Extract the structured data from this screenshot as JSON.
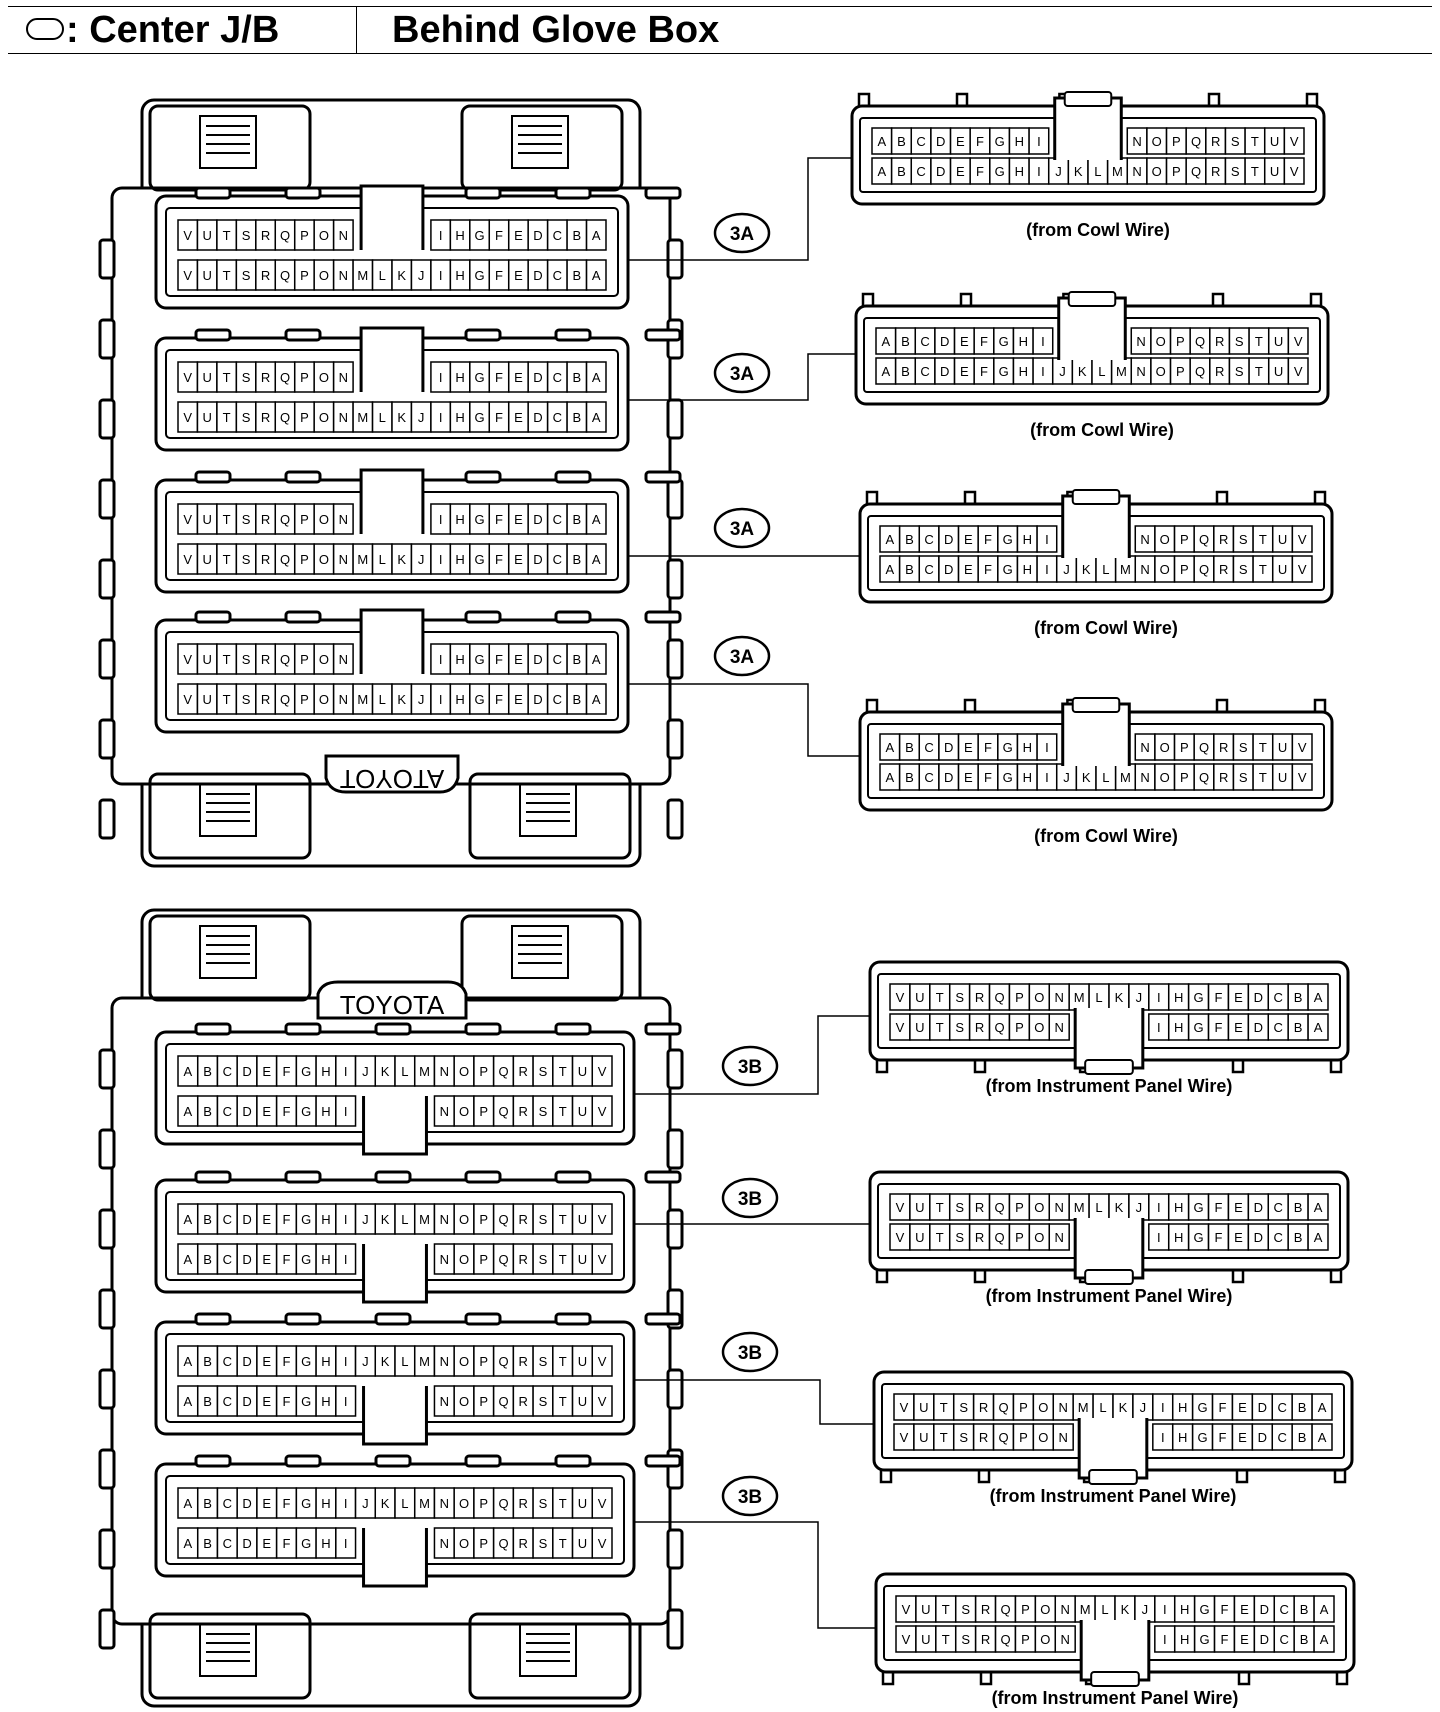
{
  "header": {
    "symbol_icon": "rounded-rectangle-icon",
    "prefix": ": Center J/B",
    "location": "Behind Glove Box"
  },
  "block_3A": {
    "brand_label": "TOYOTA",
    "connectors": [
      {
        "code": "3A",
        "caption": "(from Cowl Wire)"
      },
      {
        "code": "3A",
        "caption": "(from Cowl Wire)"
      },
      {
        "code": "3A",
        "caption": "(from Cowl Wire)"
      },
      {
        "code": "3A",
        "caption": "(from Cowl Wire)"
      }
    ]
  },
  "block_3B": {
    "brand_label": "TOYOTA",
    "connectors": [
      {
        "code": "3B",
        "caption": "(from Instrument Panel Wire)"
      },
      {
        "code": "3B",
        "caption": "(from Instrument Panel Wire)"
      },
      {
        "code": "3B",
        "caption": "(from Instrument Panel Wire)"
      },
      {
        "code": "3B",
        "caption": "(from Instrument Panel Wire)"
      }
    ]
  },
  "pins": {
    "full_row": [
      "A",
      "B",
      "C",
      "D",
      "E",
      "F",
      "G",
      "H",
      "I",
      "J",
      "K",
      "L",
      "M",
      "N",
      "O",
      "P",
      "Q",
      "R",
      "S",
      "T",
      "U",
      "V"
    ],
    "short_left": [
      "A",
      "B",
      "C",
      "D",
      "E",
      "F",
      "G",
      "H",
      "I"
    ],
    "short_right": [
      "N",
      "O",
      "P",
      "Q",
      "R",
      "S",
      "T",
      "U",
      "V"
    ]
  }
}
